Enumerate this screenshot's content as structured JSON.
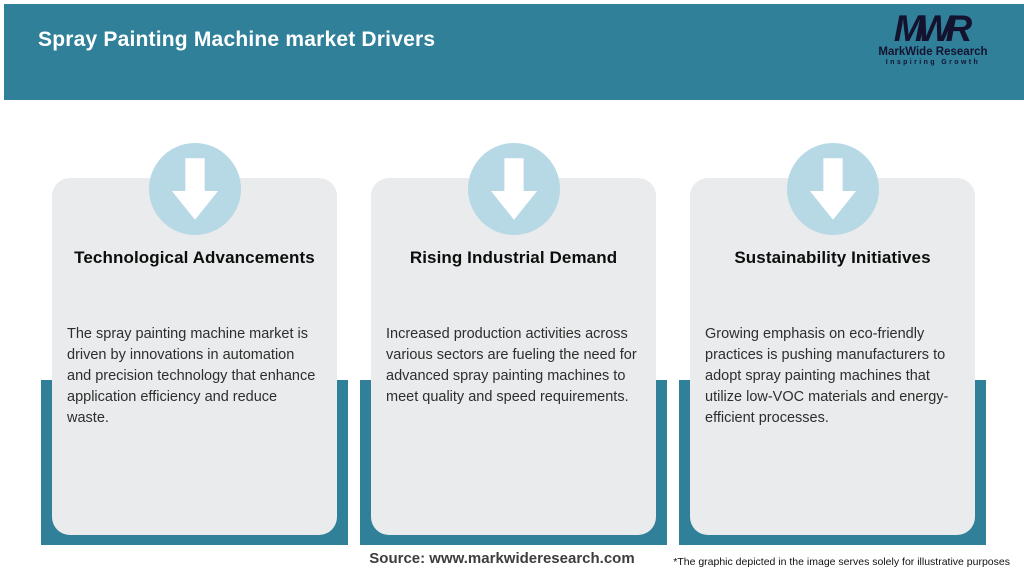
{
  "header": {
    "title": "Spray Painting Machine market Drivers",
    "logo": {
      "mark": "MWR",
      "name": "MarkWide Research",
      "tagline": "Inspiring Growth"
    }
  },
  "cards": [
    {
      "icon": "down-arrow",
      "title": "Technological Advancements",
      "body": "The spray painting machine market is driven by innovations in automation and precision technology that enhance application efficiency and reduce waste."
    },
    {
      "icon": "down-arrow",
      "title": "Rising Industrial Demand",
      "body": "Increased production activities across various sectors are fueling the need for advanced spray painting machines to meet quality and speed requirements."
    },
    {
      "icon": "down-arrow",
      "title": "Sustainability Initiatives",
      "body": "Growing emphasis on eco-friendly practices is pushing manufacturers to adopt spray painting machines that utilize low-VOC materials and energy-efficient processes."
    }
  ],
  "footer": {
    "source": "Source: www.markwideresearch.com",
    "disclaimer": "*The graphic depicted in the image serves solely for illustrative purposes"
  },
  "colors": {
    "teal": "#30809A",
    "circle_blue": "#B6D9E5",
    "card_bg": "#E9EBEC",
    "title_white": "#ffffff",
    "logo_dark": "#13132f",
    "heading_text": "#0d0d0d",
    "body_text": "#2e2e2e",
    "source_text": "#3d3d3d"
  }
}
